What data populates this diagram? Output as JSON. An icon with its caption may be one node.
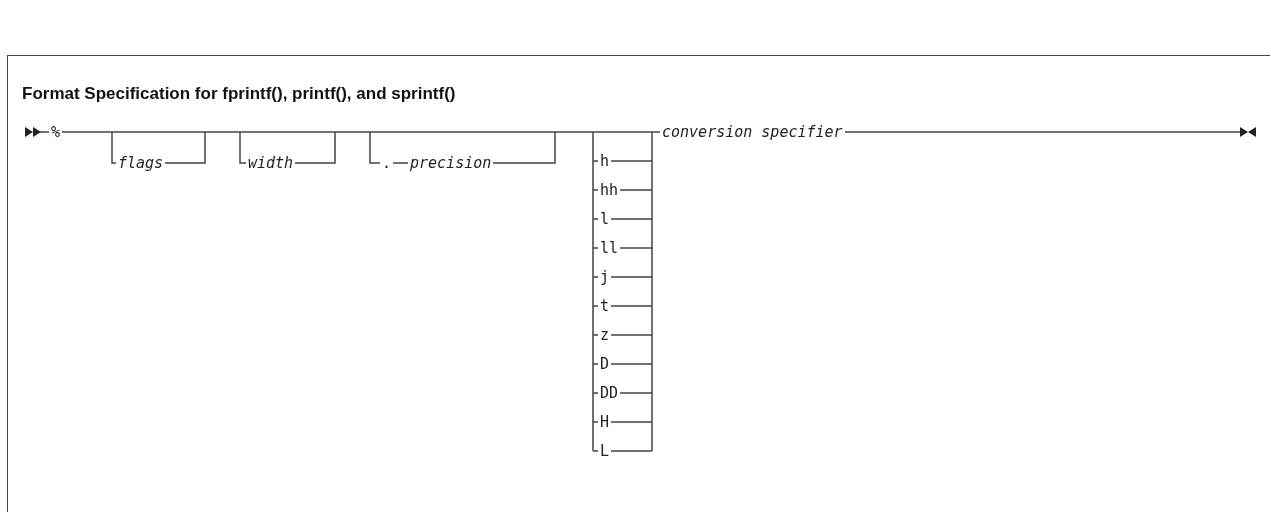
{
  "diagram": {
    "title": "Format Specification for fprintf(), printf(), and sprintf()",
    "labels": [
      "%",
      "flags",
      "width",
      ".",
      "precision",
      "h",
      "hh",
      "l",
      "ll",
      "j",
      "t",
      "z",
      "D",
      "DD",
      "H",
      "L",
      "conversion specifier"
    ]
  }
}
